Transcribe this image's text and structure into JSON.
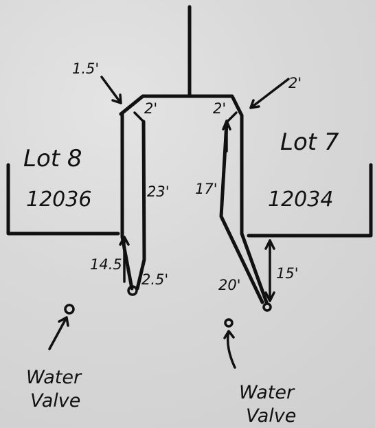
{
  "lots": [
    {
      "label": "Lot 8",
      "number": "12036"
    },
    {
      "label": "Lot 7",
      "number": "12034"
    }
  ],
  "dimensions": {
    "left_top_offset": "1.5'",
    "left_corner": "2'",
    "right_corner": "2'",
    "right_top_offset": "2'",
    "left_run": "23'",
    "right_run": "17'",
    "left_lot_to_end": "14.5'",
    "left_end_width": "2.5'",
    "right_diagonal": "20'",
    "right_lot_to_end": "15'"
  },
  "valves": [
    {
      "label_line1": "Water",
      "label_line2": "Valve"
    },
    {
      "label_line1": "Water",
      "label_line2": "Valve"
    }
  ],
  "colors": {
    "ink": "#111111",
    "paper": "#d9d9d9"
  }
}
